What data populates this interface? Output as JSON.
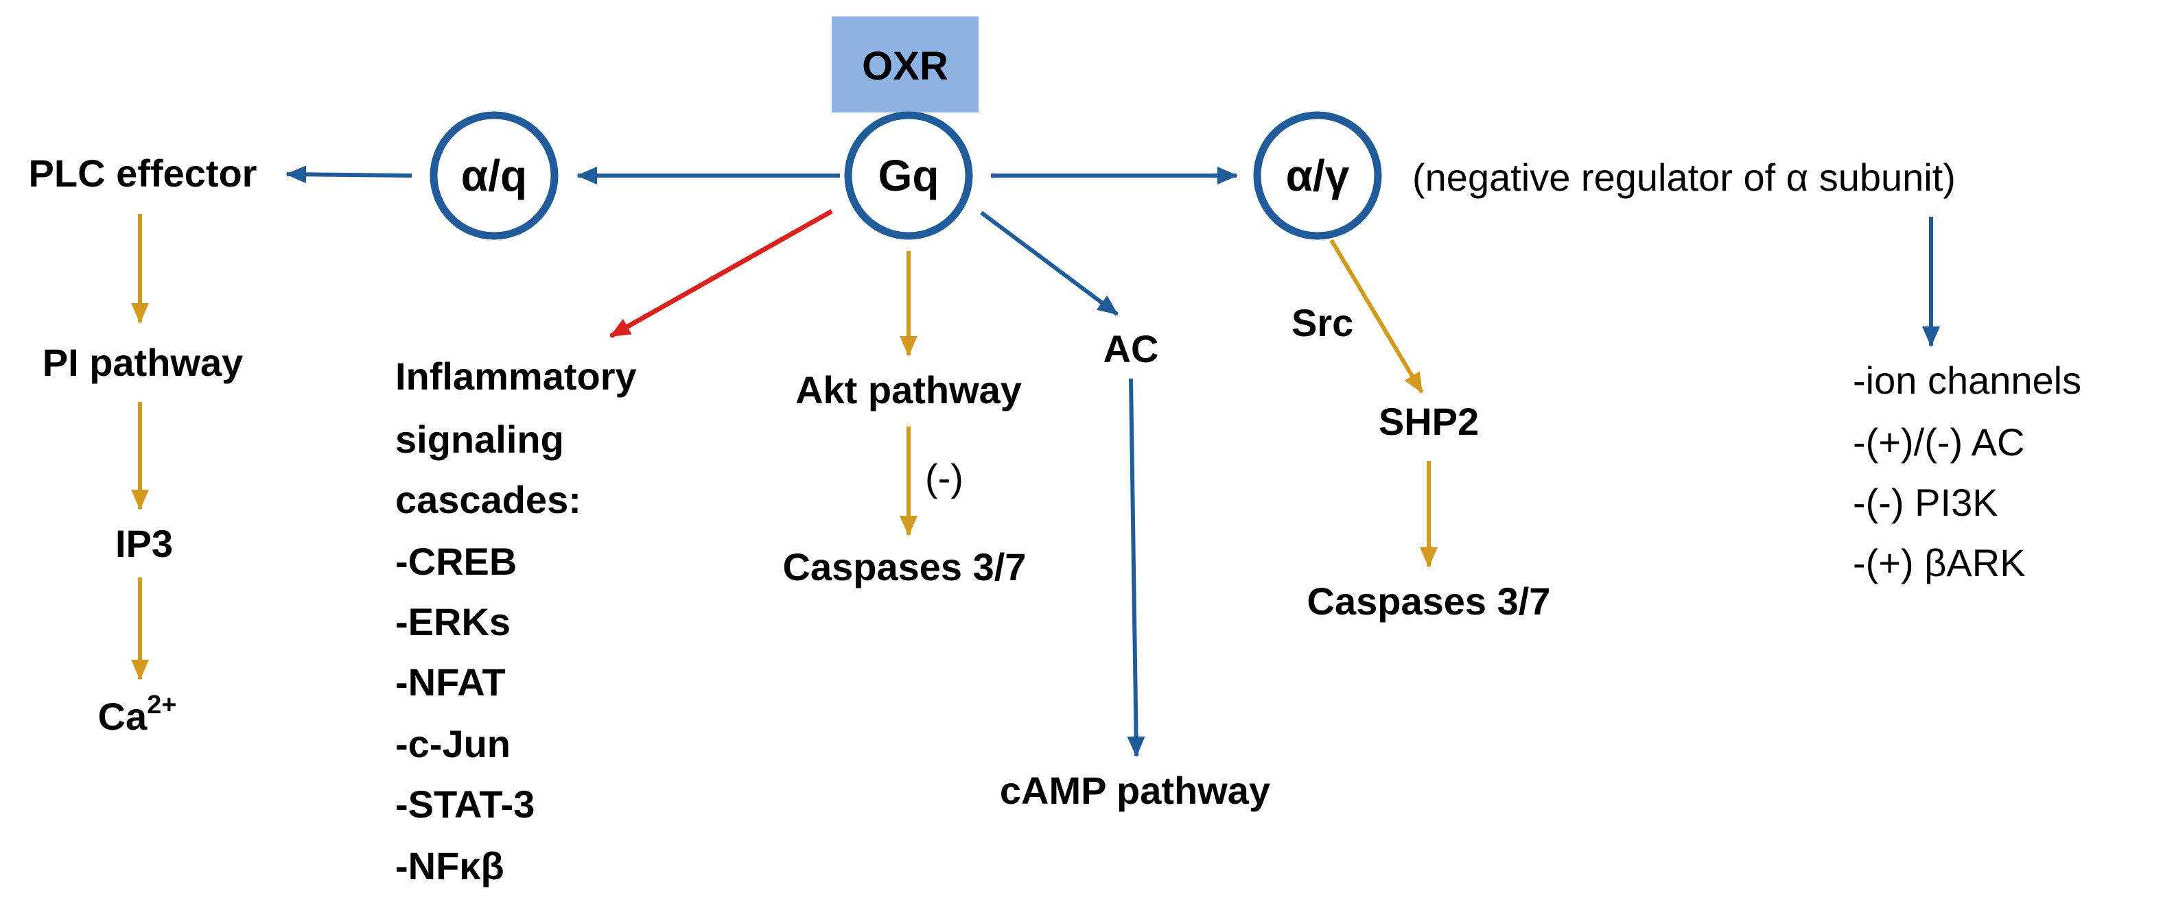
{
  "colors": {
    "blue": "#1F5C99",
    "gold": "#D49A1E",
    "red": "#D9211E",
    "box_fill": "#8DB3E2"
  },
  "nodes": {
    "oxr": "OXR",
    "gq": "Gq",
    "alpha_q": "α/q",
    "alpha_gamma": "α/γ",
    "negative_regulator": "(negative regulator of α subunit)"
  },
  "left_branch": {
    "plc_effector": "PLC effector",
    "pi_pathway": "PI pathway",
    "ip3": "IP3",
    "ca_base": "Ca",
    "ca_sup": "2+"
  },
  "inflammatory": {
    "lines": [
      "Inflammatory",
      "signaling",
      "cascades:",
      "-CREB",
      "-ERKs",
      "-NFAT",
      "-c-Jun",
      "-STAT-3",
      "-NFκβ"
    ]
  },
  "akt_branch": {
    "akt_pathway": "Akt pathway",
    "inhibit": "(-)",
    "caspases": "Caspases 3/7"
  },
  "ac_branch": {
    "ac": "AC",
    "camp_pathway": "cAMP pathway"
  },
  "src_branch": {
    "src": "Src",
    "shp2": "SHP2",
    "caspases": "Caspases 3/7"
  },
  "regulator_targets": {
    "lines": [
      "-ion channels",
      "-(+)/(-) AC",
      "-(-) PI3K",
      "-(+) βARK"
    ]
  }
}
